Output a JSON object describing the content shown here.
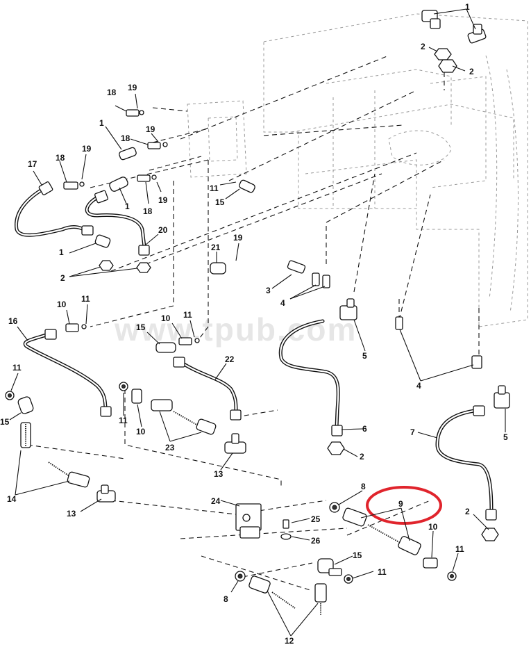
{
  "watermark": "www.tpub.com",
  "highlight_color": "#e0242c",
  "callouts": {
    "c1a": "1",
    "c2a": "2",
    "c2b": "2",
    "c18a": "18",
    "c19a": "19",
    "c1b": "1",
    "c18b": "18",
    "c19b": "19",
    "c17": "17",
    "c18c": "18",
    "c19c": "19",
    "c1c": "1",
    "c18d": "18",
    "c19d": "19",
    "c11a": "11",
    "c15a": "15",
    "c20": "20",
    "c1d": "1",
    "c2c": "2",
    "c21": "21",
    "c19e": "19",
    "c3": "3",
    "c4a": "4",
    "c10a": "10",
    "c11b": "11",
    "c16": "16",
    "c15b": "15",
    "c10b": "10",
    "c11c": "11",
    "c22": "22",
    "c5a": "5",
    "c4b": "4",
    "c11d": "11",
    "c15c": "15",
    "c11e": "11",
    "c10c": "10",
    "c23": "23",
    "c6": "6",
    "c2d": "2",
    "c7": "7",
    "c5b": "5",
    "c13a": "13",
    "c14": "14",
    "c13b": "13",
    "c24": "24",
    "c8a": "8",
    "c9": "9",
    "c25": "25",
    "c26": "26",
    "c2e": "2",
    "c10d": "10",
    "c11f": "11",
    "c15d": "15",
    "c11g": "11",
    "c8b": "8",
    "c12": "12"
  }
}
